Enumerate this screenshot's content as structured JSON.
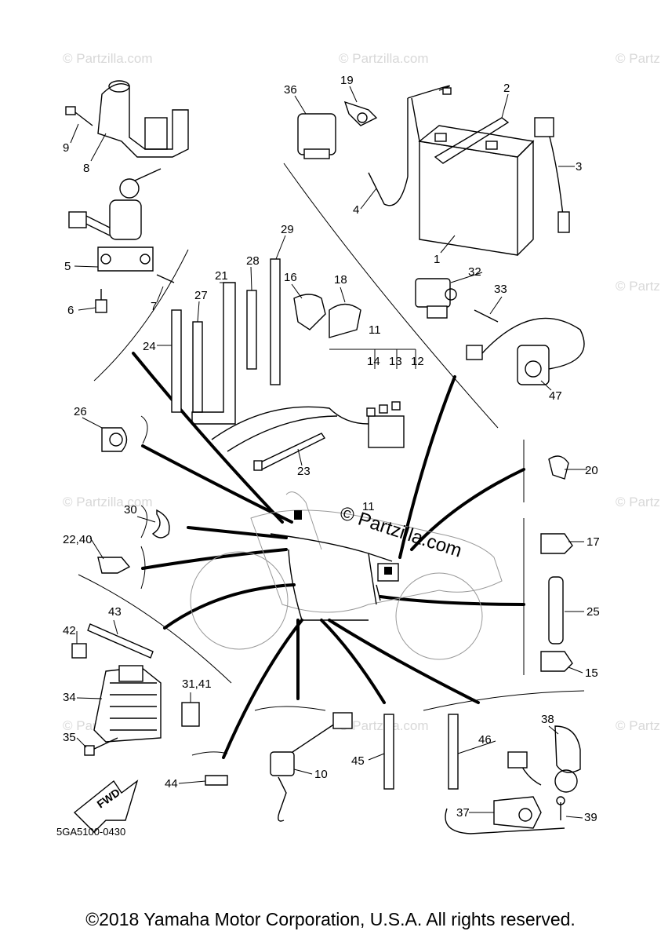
{
  "diagram_code": "5GA5100-0430",
  "fwd_label": "FWD",
  "watermark_center": "© Partzilla.com",
  "watermark_small": "© Partzilla.com",
  "footer_text": "©2018 Yamaha Motor Corporation, U.S.A. All rights reserved.",
  "callouts": {
    "c1": "1",
    "c2": "2",
    "c3": "3",
    "c4": "4",
    "c5": "5",
    "c6": "6",
    "c7": "7",
    "c8": "8",
    "c9": "9",
    "c10": "10",
    "c11a": "11",
    "c11b": "11",
    "c12": "12",
    "c13": "13",
    "c14": "14",
    "c15": "15",
    "c16": "16",
    "c17": "17",
    "c18": "18",
    "c19": "19",
    "c20": "20",
    "c21": "21",
    "c22_40": "22,40",
    "c23": "23",
    "c24": "24",
    "c25": "25",
    "c26": "26",
    "c27": "27",
    "c28": "28",
    "c29": "29",
    "c30": "30",
    "c31_41": "31,41",
    "c32": "32",
    "c33": "33",
    "c34": "34",
    "c35": "35",
    "c36": "36",
    "c37": "37",
    "c38": "38",
    "c39": "39",
    "c42": "42",
    "c43": "43",
    "c44": "44",
    "c45": "45",
    "c46": "46",
    "c47": "47"
  }
}
